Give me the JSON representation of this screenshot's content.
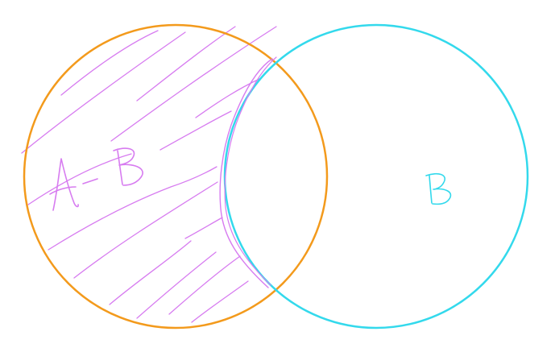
{
  "diagram": {
    "type": "venn-diagram",
    "colors": {
      "set_a": "#F39A1C",
      "set_b": "#33D9EC",
      "hatch": "#D77CF0",
      "background": "#FFFFFF"
    },
    "labels": {
      "left_region_text": "A-B",
      "right_set_text": "B"
    }
  }
}
